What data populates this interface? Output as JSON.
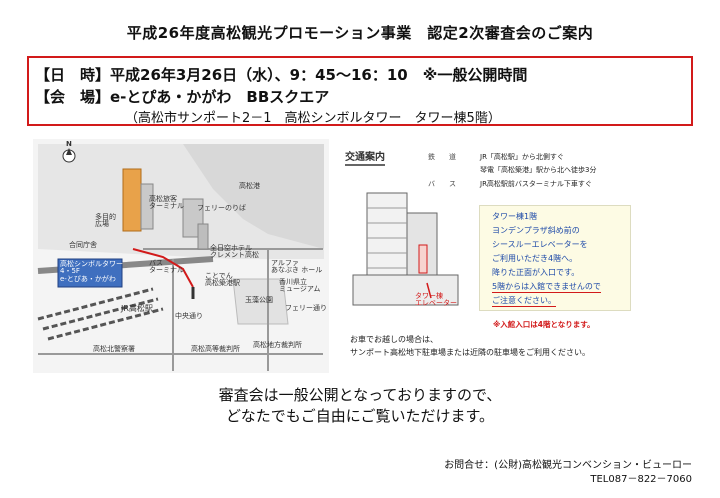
{
  "title": "平成26年度高松観光プロモーション事業　認定2次審査会のご案内",
  "info": {
    "datetime": "【日　時】平成26年3月26日（水）、9：45～16：10　※一般公開時間",
    "venue": "【会　場】e-とぴあ・かがわ　BBスクエア",
    "address": "（高松市サンポート2－1　高松シンボルタワー　タワー棟5階）"
  },
  "map": {
    "north": "N",
    "labels": {
      "takamatsu_port": "高松港",
      "ferry": "フェリーのりば",
      "tower_area": "高松旅客\nターミナル",
      "multipurpose": "多目的\n広場",
      "symbol_tower": "高松シンボルタワー\n4・5F\ne-とぴあ・かがわ",
      "joint_bldg": "合同庁舎",
      "nippon_kumo": "全日空ホテル\nクレメント高松",
      "bus_terminal": "バス\nターミナル",
      "kotoden": "ことでん\n高松築港駅",
      "alpha": "アルファ\nあなぶき ホール",
      "kagawa": "香川県立\nミュージアム",
      "jr_station": "JR高松駅",
      "tamamo_park": "玉藻公園",
      "chuo_dori": "中央通り",
      "ferry_dori": "フェリー通り",
      "high_court": "高松高等裁判所",
      "district_court": "高松地方裁判所",
      "police": "高松北警察署"
    }
  },
  "access": {
    "title": "交通案内",
    "rows": [
      {
        "cat": "鉄　　道",
        "text": "JR「高松駅」から北側すぐ"
      },
      {
        "cat": "",
        "text": "琴電「高松築港」駅から北へ徒歩3分"
      },
      {
        "cat": "バ　　ス",
        "text": "JR高松駅前バスターミナル下車すぐ"
      }
    ],
    "callout_lines": [
      "タワー棟1階",
      "ヨンデンプラザ斜め前の",
      "シースルーエレベーターを",
      "ご利用いただき4階へ。",
      "降りた正面が入口です。",
      "5階からは入館できませんので",
      "ご注意ください。"
    ],
    "elevator_label": "タワー棟\nエレベーター",
    "warning": "※入館入口は4階となります。"
  },
  "parking": [
    "お車でお越しの場合は、",
    "サンポート高松地下駐車場または近隣の駐車場をご利用ください。"
  ],
  "closing": [
    "審査会は一般公開となっておりますので、",
    "どなたでもご自由にご覧いただけます。"
  ],
  "inquiry": {
    "org": "お問合せ：(公財)高松観光コンベンション・ビューロー",
    "tel": "TEL087－822－7060"
  },
  "colors": {
    "accent_red": "#d21a1a",
    "callout_blue": "#1e4aa8",
    "callout_bg": "#fdfbe4",
    "tower_orange": "#e8a24a"
  }
}
